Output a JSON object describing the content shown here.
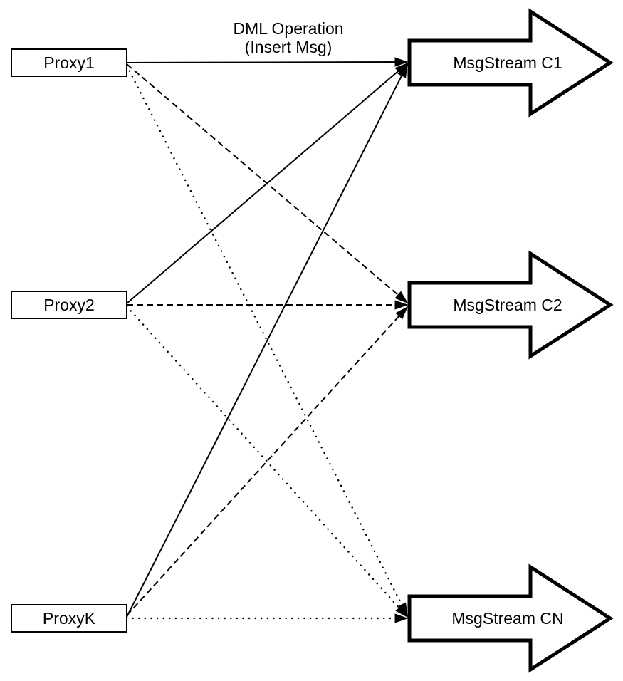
{
  "diagram": {
    "colors": {
      "stroke": "#000000",
      "fill": "#ffffff",
      "background": "#ffffff"
    },
    "edge_caption": {
      "line1": "DML Operation",
      "line2": "(Insert Msg)"
    },
    "proxies": [
      {
        "label": "Proxy1"
      },
      {
        "label": "Proxy2"
      },
      {
        "label": "ProxyK"
      }
    ],
    "streams": [
      {
        "label": "MsgStream C1",
        "edge_style": "solid"
      },
      {
        "label": "MsgStream C2",
        "edge_style": "dashed"
      },
      {
        "label": "MsgStream CN",
        "edge_style": "dotted"
      }
    ],
    "edges": [
      {
        "from": "Proxy1",
        "to": "MsgStream C1",
        "style": "solid"
      },
      {
        "from": "Proxy2",
        "to": "MsgStream C1",
        "style": "solid"
      },
      {
        "from": "ProxyK",
        "to": "MsgStream C1",
        "style": "solid"
      },
      {
        "from": "Proxy1",
        "to": "MsgStream C2",
        "style": "dashed"
      },
      {
        "from": "Proxy2",
        "to": "MsgStream C2",
        "style": "dashed"
      },
      {
        "from": "ProxyK",
        "to": "MsgStream C2",
        "style": "dashed"
      },
      {
        "from": "Proxy1",
        "to": "MsgStream CN",
        "style": "dotted"
      },
      {
        "from": "Proxy2",
        "to": "MsgStream CN",
        "style": "dotted"
      },
      {
        "from": "ProxyK",
        "to": "MsgStream CN",
        "style": "dotted"
      }
    ]
  }
}
